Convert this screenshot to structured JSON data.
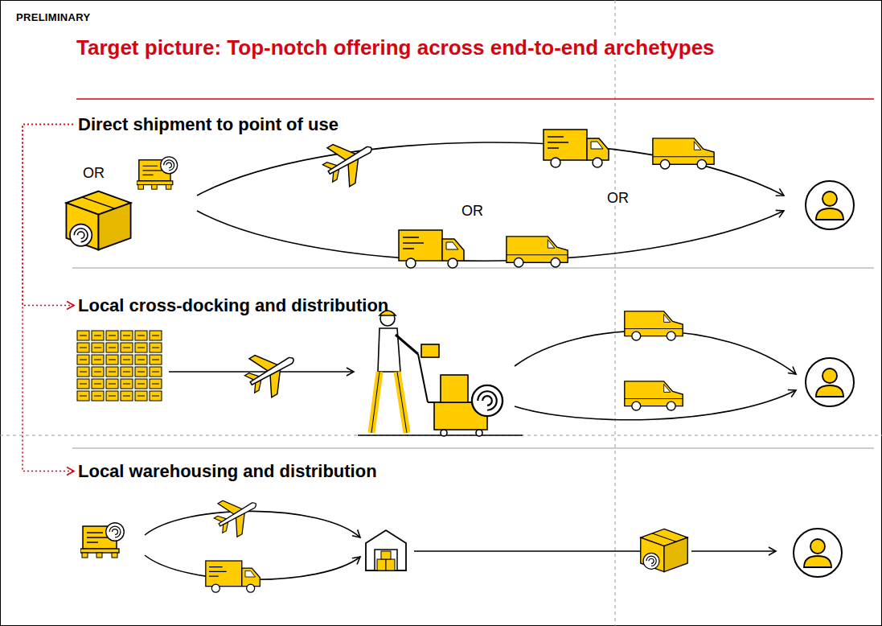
{
  "diagram": {
    "title": "Target picture: Top-notch offering across end-to-end archetypes",
    "nodes": [
      {
        "text": [
          "Direct shipment to point of use"
        ]
      },
      {
        "text": [
          "Local cross-docking and distribution"
        ]
      },
      {
        "text": [
          "Local warehousing and distribution"
        ]
      }
    ],
    "edges": [
      {
        "from": 0,
        "to": 1,
        "arrow": "to"
      },
      {
        "from": 0,
        "to": 2,
        "arrow": "to"
      }
    ],
    "labels": [
      "PRELIMINARY",
      "OR",
      "OR",
      "OR"
    ]
  }
}
